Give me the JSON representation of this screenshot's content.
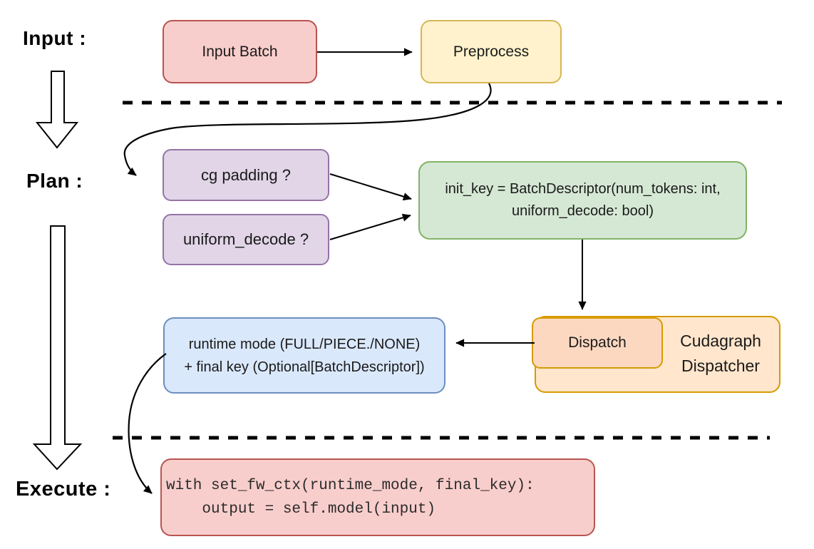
{
  "stage_labels": {
    "input": "Input :",
    "plan": "Plan :",
    "execute": "Execute :"
  },
  "nodes": {
    "input_batch": {
      "label": "Input Batch",
      "fill": "#f8cecc",
      "border": "#b85450"
    },
    "preprocess": {
      "label": "Preprocess",
      "fill": "#fff2cc",
      "border": "#d6b656"
    },
    "cg_padding": {
      "label": "cg padding ?",
      "fill": "#e1d5e7",
      "border": "#9673a6"
    },
    "uniform_decode": {
      "label": "uniform_decode ?",
      "fill": "#e1d5e7",
      "border": "#9673a6"
    },
    "init_key": {
      "line1": "init_key = BatchDescriptor(num_tokens: int,",
      "line2": "uniform_decode: bool)",
      "fill": "#d5e8d4",
      "border": "#82b366"
    },
    "dispatch": {
      "label": "Dispatch",
      "fill": "#fcd8c0",
      "border": "#d79b00"
    },
    "cudagraph_dispatcher": {
      "line1": "Cudagraph",
      "line2": "Dispatcher",
      "fill": "#ffe6cc",
      "border": "#d79b00"
    },
    "runtime_mode_key": {
      "line1": "runtime mode (FULL/PIECE./NONE)",
      "line2": "+ final key (Optional[BatchDescriptor])",
      "fill": "#dae8fc",
      "border": "#6c8ebf"
    },
    "execute_code": {
      "line1": "with set_fw_ctx(runtime_mode, final_key):",
      "line2": "    output = self.model(input)",
      "fill": "#f8cecc",
      "border": "#b85450"
    }
  },
  "line_color": "#000000"
}
